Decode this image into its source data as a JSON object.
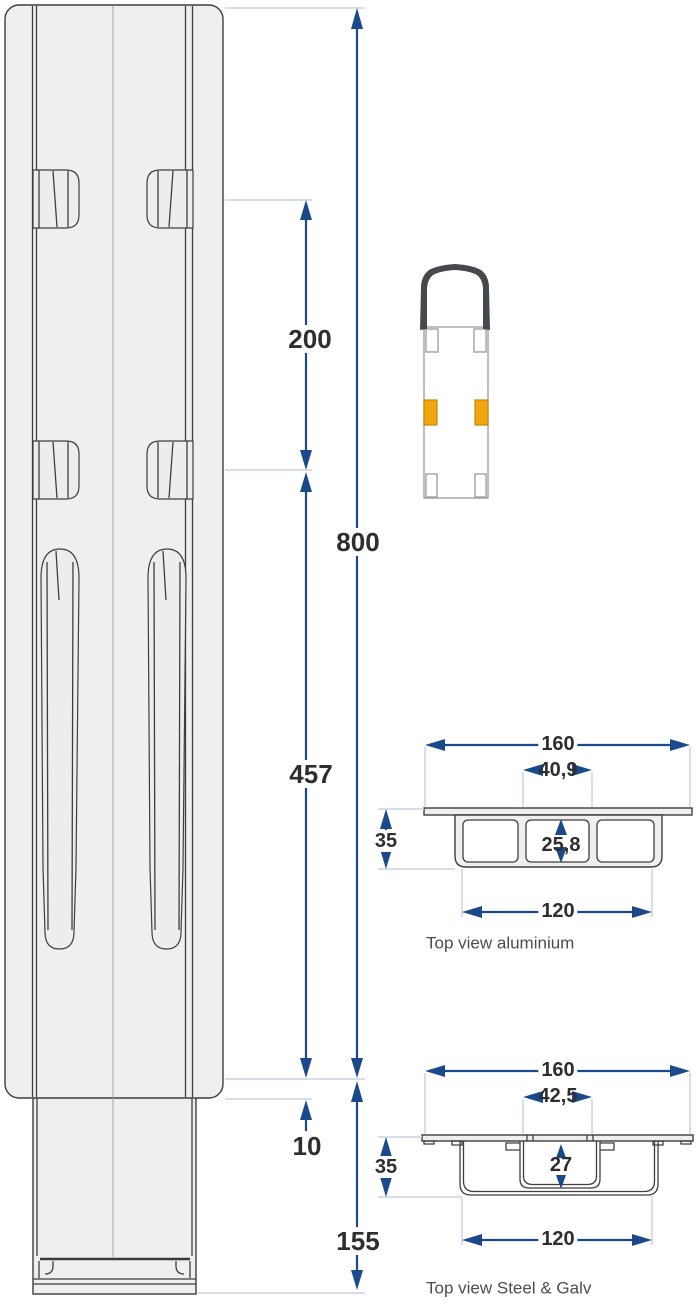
{
  "title": "Sign post technical drawing",
  "colors": {
    "dim": "#1b4a8c",
    "ext": "#c9d3e6",
    "line": "#3e3e3e",
    "fill": "#efefef",
    "slot_fill": "#ededed",
    "yellow": "#f2a60d",
    "yellow_border": "#c5870e",
    "cap": "#45484c",
    "text": "#2e2e2e",
    "caption": "#4d4d4d"
  },
  "post_view": {
    "dim_top_to_first_mark": "200",
    "dim_total_length": "800",
    "dim_mid_section": "457",
    "dim_step": "10",
    "dim_foot": "155"
  },
  "aluminium_section": {
    "caption": "Top view aluminium",
    "dim_width": "160",
    "dim_slot_width": "40,9",
    "dim_slot_height": "25,8",
    "dim_depth": "35",
    "dim_base_width": "120"
  },
  "steel_section": {
    "caption": "Top view Steel & Galv",
    "dim_width": "160",
    "dim_slot_width": "42,5",
    "dim_slot_height": "27",
    "dim_depth": "35",
    "dim_base_width": "120"
  }
}
